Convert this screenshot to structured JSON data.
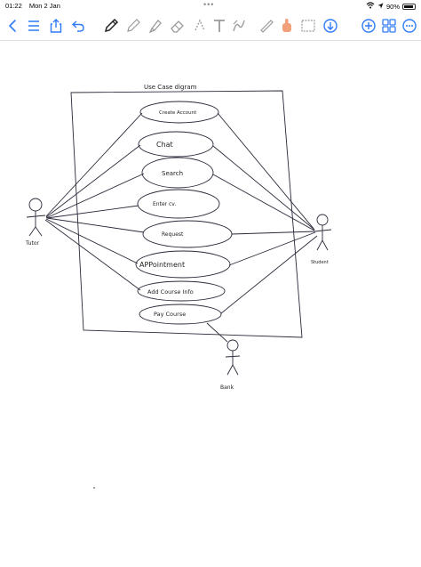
{
  "status": {
    "time": "01:22",
    "date": "Mon 2 Jan",
    "battery": "90%",
    "more_dots": "•••"
  },
  "toolbar": {
    "nav_icons": [
      "back-chevron-icon",
      "list-icon",
      "share-icon",
      "undo-icon"
    ],
    "tools": [
      "pen-icon",
      "pencil-icon",
      "highlighter-icon",
      "eraser-icon",
      "lasso-icon",
      "text-icon",
      "shapes-icon",
      "ruler-icon",
      "image-icon",
      "finger-icon",
      "camera-icon",
      "microphone-icon"
    ],
    "right_icons": [
      "add-page-icon",
      "pages-grid-icon",
      "more-icon"
    ],
    "accent": "#2f7bf6"
  },
  "diagram": {
    "title": "Use Case digram",
    "actors": {
      "tutor": "Tutor",
      "student": "Student",
      "bank": "Bank"
    },
    "use_cases": [
      "Create Account",
      "Chat",
      "Search",
      "Enter cv.",
      "Request",
      "APPointment",
      "Add Course Info",
      "Pay Course"
    ]
  }
}
